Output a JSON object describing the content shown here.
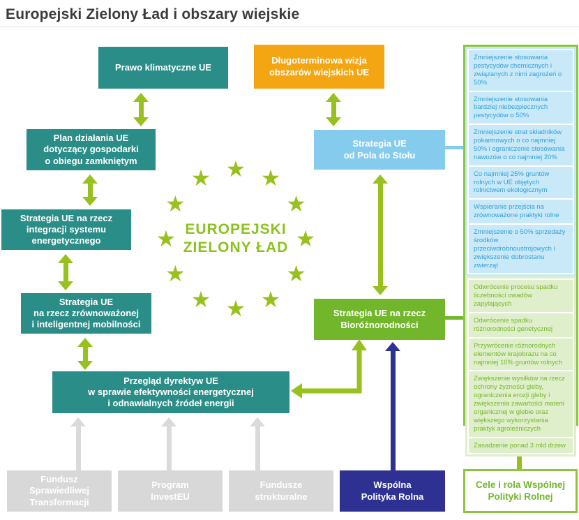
{
  "title": "Europejski Zielony Ład i obszary wiejskie",
  "center": {
    "wordmark": "EUROPEJSKI\nZIELONY ŁAD"
  },
  "icons": {
    "eu_star": "★"
  },
  "colors": {
    "teal": "#2b8d87",
    "orange": "#f3a512",
    "light_blue": "#85cbee",
    "green": "#72b62c",
    "arrow_green": "#97c11e",
    "navy": "#2f3192",
    "gray": "#d8d8d8",
    "panel_border_green": "#8cc63f",
    "panel_blue_bg": "#c9e9f9",
    "panel_blue_text": "#2f9fd6",
    "panel_green_bg": "#dfeecb",
    "panel_green_text": "#76b82a"
  },
  "boxes": {
    "prawo_klimatyczne": {
      "label": "Prawo klimatyczne UE"
    },
    "dlugoterminowa_wizja": {
      "label": "Długoterminowa wizja\nobszarów wiejskich UE"
    },
    "plan_dzialania": {
      "label": "Plan działania UE\ndotyczący gospodarki\no obiegu zamkniętym"
    },
    "strategia_pola_do_stolu": {
      "label": "Strategia UE\nod Pola do Stołu"
    },
    "strategia_integracji": {
      "label": "Strategia UE na rzecz\nintegracji systemu\nenergetycznego"
    },
    "strategia_mobilnosci": {
      "label": "Strategia UE\nna rzecz zrównoważonej\ni inteligentnej mobilności"
    },
    "strategia_bioroznorodnosci": {
      "label": "Strategia UE na rzecz\nBioróżnorodności"
    },
    "przeglad_dyrektyw": {
      "label": "Przegląd dyrektyw UE\nw sprawie efektywności energetycznej\ni odnawialnych źródeł energii"
    },
    "fundusz_sprawiedliwej": {
      "label": "Fundusz\nSprawiedliwej\nTransformacji"
    },
    "program_investeu": {
      "label": "Program\nInvestEU"
    },
    "fundusze_strukturalne": {
      "label": "Fundusze\nstrukturalne"
    },
    "wspolna_polityka_rolna": {
      "label": "Wspólna\nPolityka Rolna"
    },
    "cele_i_rola": {
      "label": "Cele i rola Wspólnej\nPolityki Rolnej"
    }
  },
  "panel": {
    "farm_to_fork_goals": [
      "Zmniejszenie stosowania pestycydów chemicznych i związanych z nimi zagrożeń o 50%",
      "Zmniejszenie stosowania bardziej niebezpiecznych pestycydów o 50%",
      "Zmniejszenie strat składników pokarmowych o co najmniej 50% i ograniczenie stosowania nawozów o co najmniej 20%",
      "Co najmniej 25% gruntów rolnych w UE objętych rolnictwem ekologicznym",
      "Wspieranie przejścia na zrównoważone praktyki rolne",
      "Zmniejszenie o 50% sprzedaży środków przeciwdrobnoustrojowych i zwiększenie dobrostanu zwierząt"
    ],
    "biodiversity_goals": [
      "Odwrócenie procesu spadku liczebności owadów zapylających",
      "Odwrócenie spadku różnorodności genetycznej",
      "Przywrócenie różnorodnych elementów krajobrazu na co najmniej 10% gruntów rolnych",
      "Zwiększenie wysiłków na rzecz ochrony żyzności gleby, ograniczenia erozji gleby i zwiększenia zawartości materii organicznej w glebie oraz większego wykorzystania praktyk agroleśniczych",
      "Zasadzenie ponad 3 mld drzew"
    ]
  }
}
